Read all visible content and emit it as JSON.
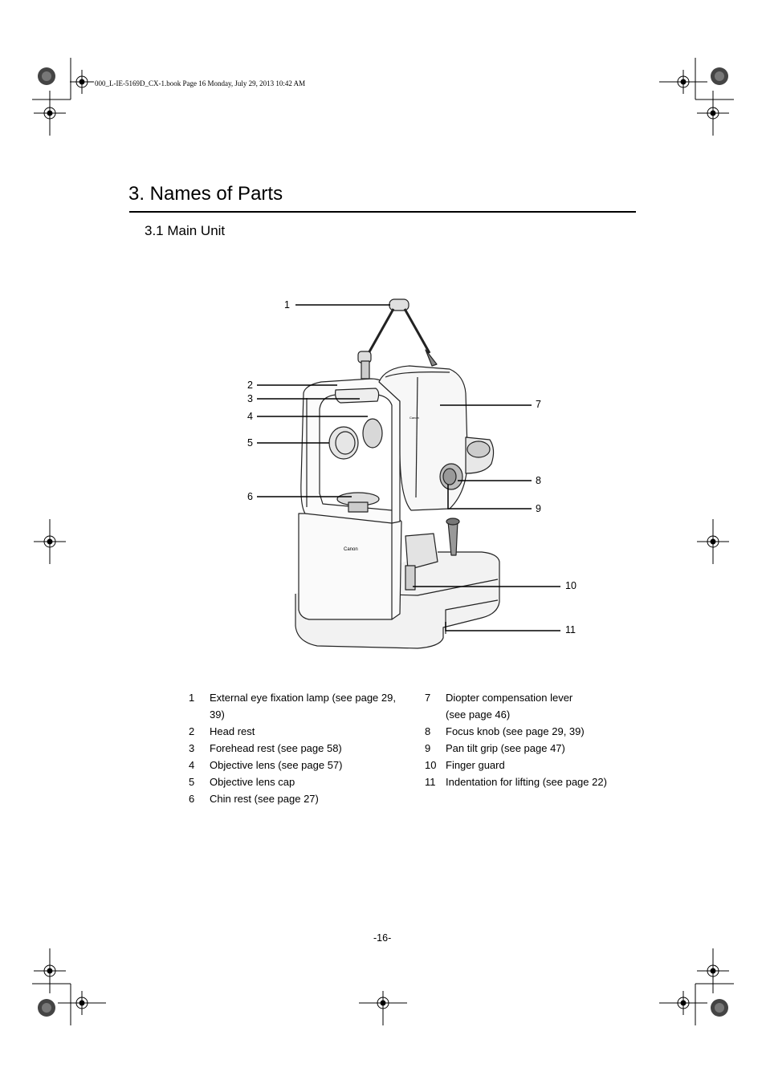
{
  "header_note": "000_L-IE-5169D_CX-1.book  Page 16  Monday, July 29, 2013  10:42 AM",
  "section_title": "3. Names of Parts",
  "subsection_title": "3.1 Main Unit",
  "callouts": [
    "1",
    "2",
    "3",
    "4",
    "5",
    "6",
    "7",
    "8",
    "9",
    "10",
    "11"
  ],
  "figure": {
    "logo_body": "Canon",
    "logo_head": "Canon"
  },
  "parts_left": [
    {
      "num": "1",
      "label": "External eye fixation lamp (see page 29,",
      "label_cont": "39)"
    },
    {
      "num": "2",
      "label": "Head rest"
    },
    {
      "num": "3",
      "label": "Forehead rest (see page 58)"
    },
    {
      "num": "4",
      "label": "Objective lens (see page 57)"
    },
    {
      "num": "5",
      "label": "Objective lens cap"
    },
    {
      "num": "6",
      "label": "Chin rest (see page 27)"
    }
  ],
  "parts_right": [
    {
      "num": "7",
      "label": "Diopter compensation lever",
      "label_cont": "(see page 46)"
    },
    {
      "num": "8",
      "label": "Focus knob (see page 29, 39)"
    },
    {
      "num": "9",
      "label": "Pan tilt grip (see page 47)"
    },
    {
      "num": "10",
      "label": "Finger guard"
    },
    {
      "num": "11",
      "label": "Indentation for lifting (see page 22)"
    }
  ],
  "page_number": "-16-"
}
